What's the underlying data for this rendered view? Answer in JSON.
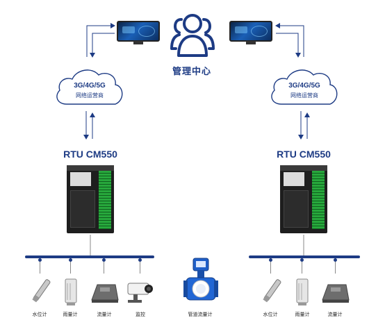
{
  "management_center": {
    "label": "管理中心"
  },
  "left": {
    "network": {
      "generation": "3G/4G/5G",
      "carrier": "网络运营商"
    },
    "rtu_label": "RTU CM550",
    "devices": [
      {
        "label": "水位计",
        "icon": "water-level-meter"
      },
      {
        "label": "雨量计",
        "icon": "rain-gauge"
      },
      {
        "label": "流量计",
        "icon": "flow-meter"
      },
      {
        "label": "监控",
        "icon": "surveillance-camera"
      }
    ]
  },
  "center_device": {
    "label": "管道流量计",
    "icon": "pipe-flow-meter"
  },
  "right": {
    "network": {
      "generation": "3G/4G/5G",
      "carrier": "网络运营商"
    },
    "rtu_label": "RTU CM550",
    "devices": [
      {
        "label": "水位计",
        "icon": "water-level-meter"
      },
      {
        "label": "雨量计",
        "icon": "rain-gauge"
      },
      {
        "label": "流量计",
        "icon": "flow-meter"
      }
    ]
  },
  "colors": {
    "primary": "#1d3b84",
    "line": "#888888",
    "device_green": "#27a83c"
  }
}
